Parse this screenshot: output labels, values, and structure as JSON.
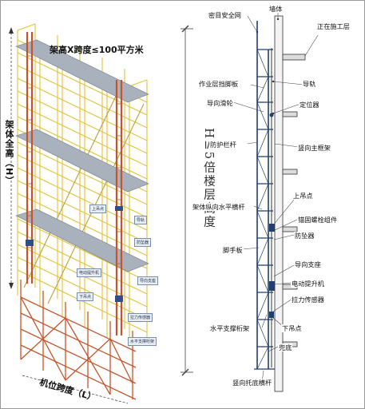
{
  "left_panel": {
    "top_title": "架高X跨度≤100平方米",
    "side_title": "架体全高（H）",
    "bottom_title": "机位跨度（L）",
    "tags": [
      "上吊点",
      "导轨",
      "防坠器",
      "电动提升机",
      "下吊点",
      "导向支座",
      "拉力传感器",
      "水平支撑桁架"
    ]
  },
  "right_panel": {
    "height_label": "H≤5倍楼层高度",
    "labels": {
      "mesh": "密目安全网",
      "building": "墙体",
      "construction_layer": "正在施工层",
      "work_floor": "作业层挡脚板",
      "guide_rail": "导轨",
      "guide_wheel": "导向滑轮",
      "positioner": "定位器",
      "guard_rail": "防护栏杆",
      "main_frame": "竖向主框架",
      "upper_hanging": "上吊点",
      "longitudinal_bar": "架体纵向水平横杆",
      "anchor": "锚固螺栓组件",
      "footboard": "脚手板",
      "anti_fall": "防坠器",
      "guide_support": "导向支座",
      "hoist": "电动提升机",
      "tension_sensor": "拉力传感器",
      "truss_node": "水平支撑桁架",
      "lower_hanging": "下吊点",
      "bottom_board": "兜底",
      "bottom_bar": "竖向托底横杆"
    }
  },
  "colors": {
    "scaffold_yellow": "#e2c23a",
    "scaffold_orange": "#c6542a",
    "board_grey": "#a9b1bd",
    "frame_blue": "#3b5a86",
    "tag_bg": "#e8eef6"
  }
}
